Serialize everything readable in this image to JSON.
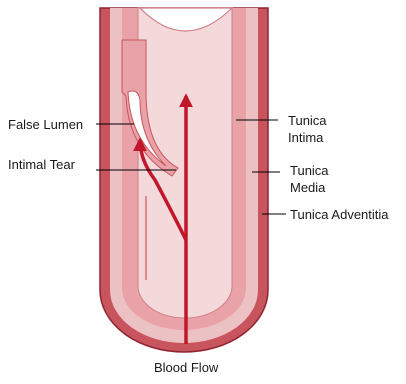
{
  "colors": {
    "wall_red": "#c8545d",
    "wall_outline": "#8e2430",
    "media_pink": "#ecc1c4",
    "intima_pink": "#e8a2a8",
    "lumen_pink": "#f4d9db",
    "arrow_red": "#c0182a",
    "leader_line": "#000000"
  },
  "labels": {
    "false_lumen": "False Lumen",
    "intimal_tear": "Intimal Tear",
    "tunica_intima": [
      "Tunica",
      "Intima"
    ],
    "tunica_media": [
      "Tunica",
      "Media"
    ],
    "tunica_adventitia": "Tunica Adventitia",
    "blood_flow": "Blood Flow"
  }
}
